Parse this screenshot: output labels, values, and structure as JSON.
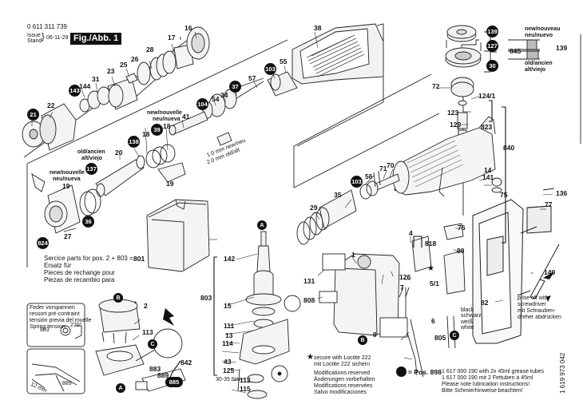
{
  "header": {
    "part_number": "0 611 311 739",
    "issue_label_1": "Issue",
    "issue_label_2": "Stand",
    "issue_date": "06-11-29",
    "figure_label": "Fig./Abb. 1"
  },
  "callouts": {
    "c16": "16",
    "c17": "17",
    "c28": "28",
    "c26": "26",
    "c25": "25",
    "c23": "23",
    "c31": "31",
    "c144": "144",
    "c22": "22",
    "c38": "38",
    "c55": "55",
    "c57": "57",
    "c54": "54",
    "c34": "34",
    "c41": "41",
    "c18a": "18",
    "c18b": "18",
    "c20": "20",
    "c19a": "19",
    "c19b": "19",
    "c27": "27",
    "c845": "845",
    "c139r": "139",
    "c72": "72",
    "c124_1": "124/1",
    "c123": "123",
    "c129": "129",
    "c823": "823",
    "c840": "840",
    "c14": "14",
    "c141": "141",
    "c71": "71",
    "c70": "70",
    "c56": "56",
    "c35": "35",
    "c29": "29",
    "c75": "75",
    "c136": "136",
    "c77": "77",
    "c76": "76",
    "c4": "4",
    "c818": "818",
    "c80": "80",
    "c1": "1",
    "c131": "131",
    "c808": "808",
    "c126": "126",
    "c7": "7",
    "c5_1": "5/1",
    "c6": "6",
    "c805": "805",
    "c9": "9",
    "c140": "140",
    "c82": "82",
    "c142": "142",
    "c803": "803",
    "c15": "15",
    "c111": "111",
    "c13": "13",
    "c114": "114",
    "c43": "43",
    "c125": "125",
    "c112": "112",
    "c115": "115",
    "c2": "2",
    "c113": "113",
    "c883a": "883",
    "c883b": "883",
    "c889a": "889",
    "c889b": "889",
    "c842": "842",
    "c801": "801"
  },
  "badges": {
    "b21": "21",
    "b143": "143",
    "b103a": "103",
    "b37": "37",
    "b104": "104",
    "b39": "39",
    "b138": "138",
    "b137": "137",
    "b36": "36",
    "b824": "824",
    "b139": "139",
    "b127": "127",
    "b30": "30",
    "b103b": "103",
    "b885": "885",
    "bA1": "A",
    "bA2": "A",
    "bB1": "B",
    "bB2": "B",
    "bC1": "C",
    "bC2": "C"
  },
  "notes": {
    "new_nouvelle_1": "new/nouvelle",
    "neu_nueva_1": "neu/nueva",
    "new_nouvelle_2": "new/nouvelle",
    "neu_nueva_2": "neu/nueva",
    "old_ancien": "old/ancien",
    "alt_viejo": "alt/viejo",
    "spacer_new": "1.0 mm new/neu",
    "spacer_old": "2.0 mm old/alt",
    "new_nouveau": "new/nouveau",
    "neu_nuevo": "neu/nuevo",
    "old_ancien_r": "old/ancien",
    "alt_viejo_r": "alt/viejo",
    "service_line1": "Sercice parts for pos. 2 + 803 =",
    "service_line2": "Ersatz für",
    "service_line3": "Pieces de rechange pour",
    "service_line4": "Piezas de recambio para",
    "spring_line1": "Feder vorspannen",
    "spring_line2": "ressort pré-contraint",
    "spring_line3": "tensión previa del muelle",
    "spring_line4": "Spring tension",
    "spring_angle": "270°",
    "measure_12mm": "12 mm",
    "torque": "30-35 Nm",
    "wire_black": "black",
    "wire_schwarz": "schwarz",
    "wire_weiss": "weiß",
    "wire_white": "white",
    "prise_1": "prise off with",
    "prise_2": "screwdriver",
    "prise_3": "mit Schrauben-",
    "prise_4": "dreher abdrücken",
    "loctite_1": "secure with Loctite 222",
    "loctite_2": "mit Loctite 222 sichern",
    "mods_1": "Modifications reserved",
    "mods_2": "Änderungen vorbehalten",
    "mods_3": "Modifications reservées",
    "mods_4": "Salvo modificaciones",
    "pos898_label": "= Pos. 898",
    "grease_1": "1 617 000 190 with 2x 45ml grease tubes",
    "grease_2": "1 617 000 190 mit 2 Fettuben à 45ml",
    "grease_3": "Please note lubrication instructions!",
    "grease_4": "Bitte Schmierhinweise beachten!",
    "doc_number": "1 619 973 042"
  },
  "icons": {
    "star": "★"
  }
}
